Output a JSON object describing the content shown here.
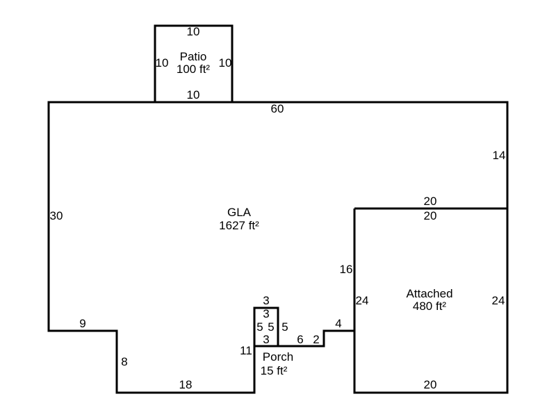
{
  "areas": {
    "patio": {
      "name": "Patio",
      "area": "100 ft²",
      "top": "10",
      "bottom": "10",
      "left": "10",
      "right": "10"
    },
    "gla": {
      "name": "GLA",
      "area": "1627 ft²",
      "top": "60",
      "left": "30",
      "right": "14",
      "step_top": "9",
      "step_side": "8",
      "bottom": "18",
      "porch_side": "11",
      "inner_top_step": "4",
      "inner_right": "16",
      "attached_top": "20"
    },
    "attached": {
      "name": "Attached",
      "area": "480 ft²",
      "top": "20",
      "bottom": "20",
      "left": "24",
      "right": "24"
    },
    "porch": {
      "name": "Porch",
      "area": "15 ft²",
      "outer_top": "3",
      "inner_top": "3",
      "inner_left": "5",
      "inner_right": "5",
      "outer_right": "5",
      "inner_bottom": "3",
      "bottom_a": "6",
      "bottom_b": "2"
    }
  }
}
